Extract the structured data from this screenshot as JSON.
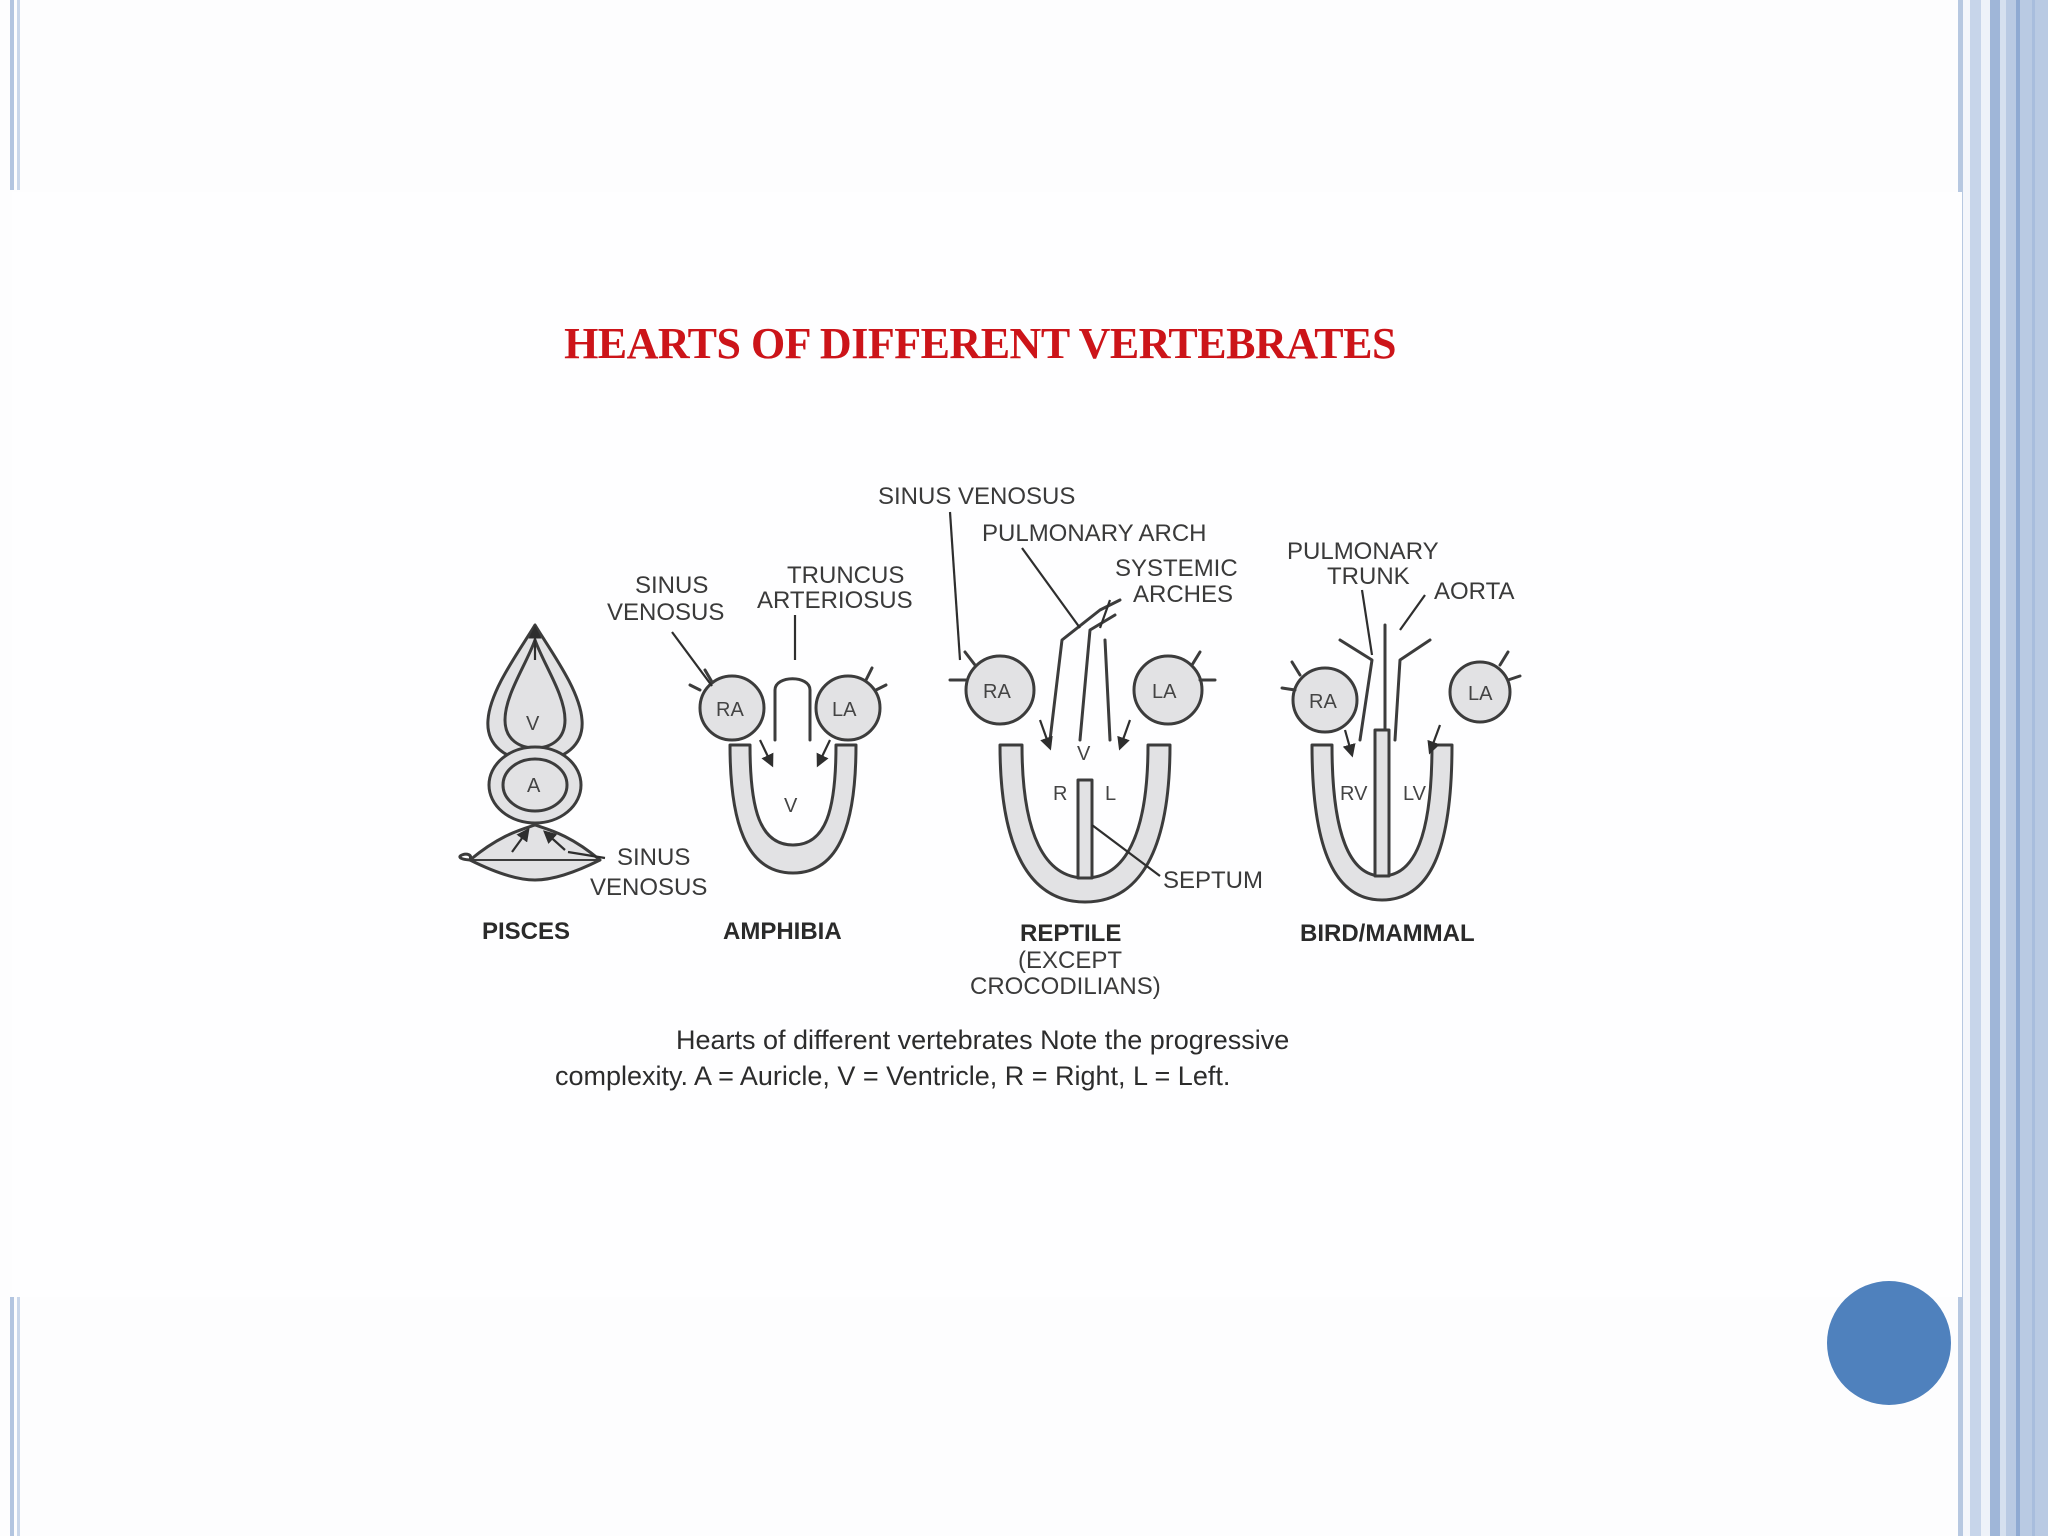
{
  "slide": {
    "title": "HEARTS OF DIFFERENT VERTEBRATES",
    "accent_color": "#4f81bd",
    "title_color": "#cc1419"
  },
  "diagram": {
    "callouts": {
      "top_sinus_venosus": "SINUS VENOSUS",
      "pulmonary_arch": "PULMONARY ARCH",
      "systemic_arches_1": "SYSTEMIC",
      "systemic_arches_2": "ARCHES",
      "pulmonary_trunk_1": "PULMONARY",
      "pulmonary_trunk_2": "TRUNK",
      "aorta": "AORTA",
      "amphibia_sinus_1": "SINUS",
      "amphibia_sinus_2": "VENOSUS",
      "truncus_1": "TRUNCUS",
      "truncus_2": "ARTERIOSUS",
      "pisces_sinus_1": "SINUS",
      "pisces_sinus_2": "VENOSUS",
      "septum": "SEPTUM"
    },
    "chamber_labels": {
      "v": "V",
      "a": "A",
      "ra": "RA",
      "la": "LA",
      "r": "R",
      "l": "L",
      "rv": "RV",
      "lv": "LV"
    },
    "groups": {
      "pisces": "PISCES",
      "amphibia": "AMPHIBIA",
      "reptile": "REPTILE",
      "reptile_note_1": "(EXCEPT",
      "reptile_note_2": "CROCODILIANS)",
      "bird_mammal": "BIRD/MAMMAL"
    },
    "caption_line1": "Hearts of different vertebrates Note the progressive",
    "caption_line2": "complexity. A = Auricle,  V = Ventricle, R = Right, L = Left."
  }
}
